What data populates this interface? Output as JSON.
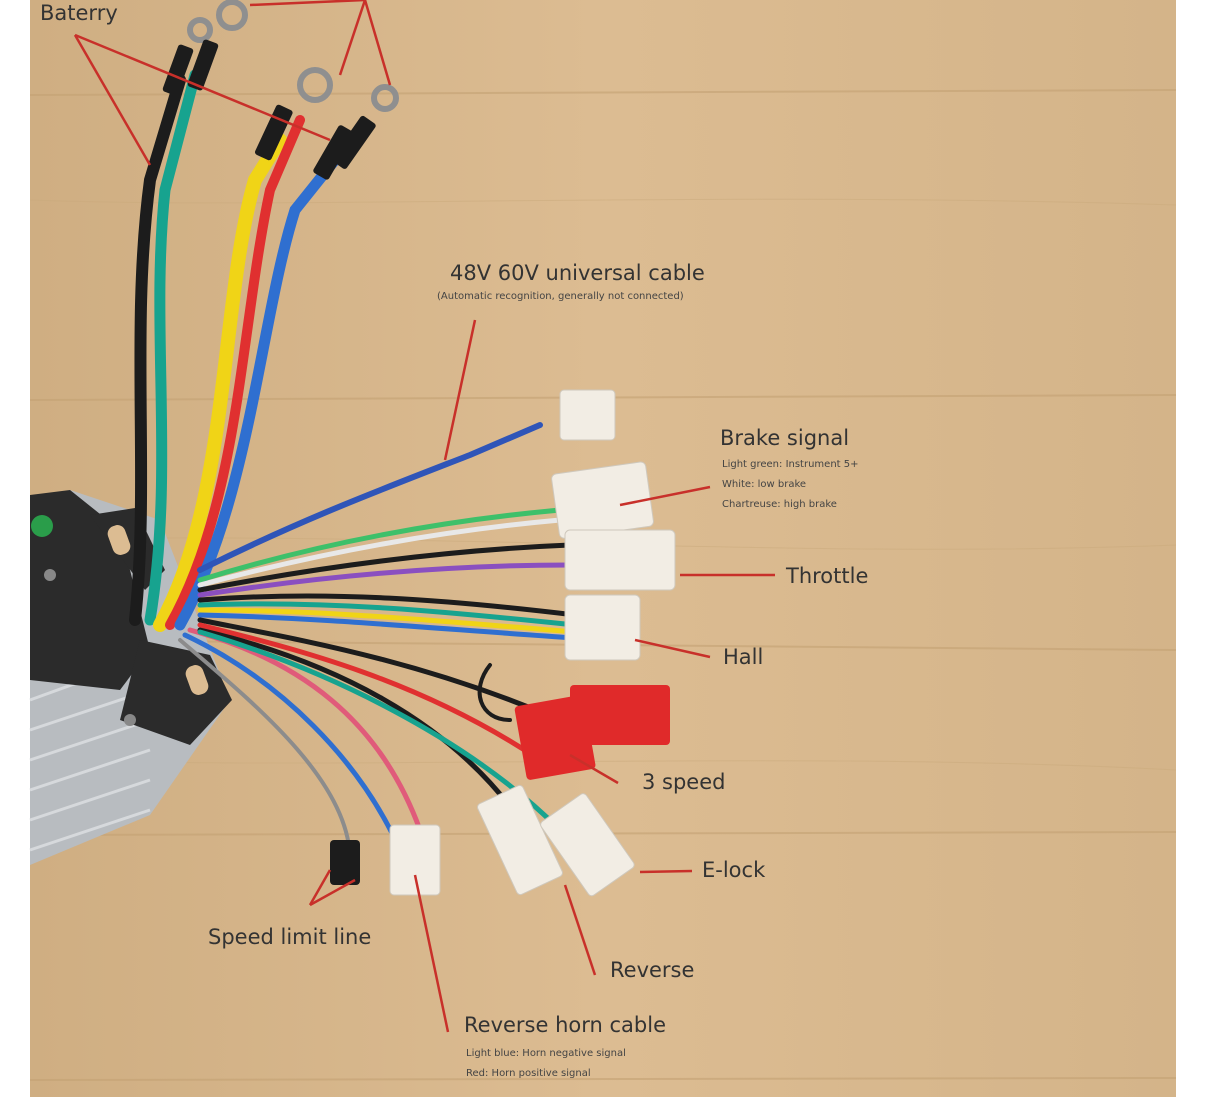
{
  "labels": {
    "battery": "Baterry",
    "universal": "48V 60V universal cable",
    "universal_note": "(Automatic recognition, generally not connected)",
    "brake": "Brake signal",
    "brake_note1": "Light green: Instrument 5+",
    "brake_note2": "White: low brake",
    "brake_note3": "Chartreuse: high brake",
    "throttle": "Throttle",
    "hall": "Hall",
    "three_speed": "3 speed",
    "elock": "E-lock",
    "reverse": "Reverse",
    "speed_limit": "Speed limit line",
    "horn": "Reverse horn cable",
    "horn_note1": "Light blue: Horn negative signal",
    "horn_note2": "Red: Horn positive signal"
  },
  "colors": {
    "wood": "#d9b98e",
    "pointer": "#c8302a",
    "connector": "#f2ede4",
    "red_connector": "#e02a2a"
  }
}
